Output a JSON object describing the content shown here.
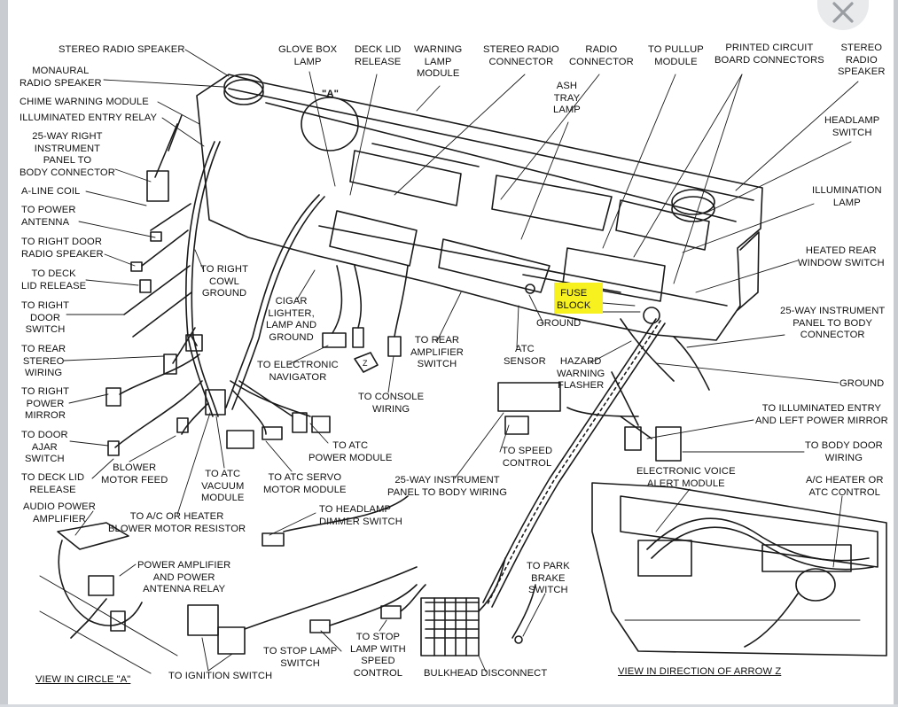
{
  "labels": {
    "stereo_speaker_left": "STEREO RADIO SPEAKER",
    "monaural_speaker": "MONAURAL\nRADIO SPEAKER",
    "chime_module": "CHIME WARNING MODULE",
    "illuminated_entry_relay": "ILLUMINATED ENTRY RELAY",
    "right_panel_connector": "25-WAY RIGHT\nINSTRUMENT\nPANEL TO\nBODY CONNECTOR",
    "a_line_coil": "A-LINE COIL",
    "power_antenna": "TO POWER\nANTENNA",
    "right_door_speaker": "TO RIGHT DOOR\nRADIO SPEAKER",
    "deck_lid_release_left": "TO DECK\nLID RELEASE",
    "right_door_switch": "TO RIGHT\nDOOR\nSWITCH",
    "rear_stereo_wiring": "TO REAR\nSTEREO\nWIRING",
    "right_power_mirror": "TO RIGHT\nPOWER\nMIRROR",
    "door_ajar_switch": "TO DOOR\nAJAR\nSWITCH",
    "deck_lid_release_bottom": "TO DECK LID\nRELEASE",
    "audio_power_amp": "AUDIO POWER\nAMPLIFIER",
    "power_amp_relay": "POWER AMPLIFIER\nAND POWER\nANTENNA RELAY",
    "view_circle_a": "VIEW IN CIRCLE \"A\"",
    "ignition_switch": "TO IGNITION SWITCH",
    "stop_lamp_switch": "TO STOP LAMP\nSWITCH",
    "stop_lamp_speed": "TO STOP\nLAMP WITH\nSPEED\nCONTROL",
    "bulkhead_disconnect": "BULKHEAD DISCONNECT",
    "park_brake_switch": "TO PARK\nBRAKE\nSWITCH",
    "view_arrow_z": "VIEW IN DIRECTION OF ARROW Z",
    "blower_motor_feed": "BLOWER\nMOTOR FEED",
    "blower_motor_resistor": "TO A/C OR HEATER\nBLOWER MOTOR RESISTOR",
    "atc_vacuum_module": "TO ATC\nVACUUM\nMODULE",
    "atc_servo_module": "TO ATC SERVO\nMOTOR MODULE",
    "atc_power_module": "TO ATC\nPOWER MODULE",
    "headlamp_dimmer": "TO HEADLAMP\nDIMMER SWITCH",
    "right_cowl_ground": "TO RIGHT\nCOWL\nGROUND",
    "cigar_lighter": "CIGAR\nLIGHTER,\nLAMP AND\nGROUND",
    "electronic_navigator": "TO ELECTRONIC\nNAVIGATOR",
    "console_wiring": "TO CONSOLE\nWIRING",
    "rear_amp_switch": "TO REAR\nAMPLIFIER\nSWITCH",
    "atc_sensor": "ATC\nSENSOR",
    "ground_center": "GROUND",
    "fuse_block": "FUSE\nBLOCK",
    "hazard_flasher": "HAZARD\nWARNING\nFLASHER",
    "speed_control": "TO SPEED\nCONTROL",
    "instrument_panel_body_wiring": "25-WAY INSTRUMENT\nPANEL TO BODY WIRING",
    "electronic_voice_alert": "ELECTRONIC VOICE\nALERT MODULE",
    "glove_box_lamp": "GLOVE BOX\nLAMP",
    "deck_lid_release_top": "DECK LID\nRELEASE",
    "warning_lamp_module": "WARNING\nLAMP\nMODULE",
    "stereo_radio_connector": "STEREO RADIO\nCONNECTOR",
    "radio_connector": "RADIO\nCONNECTOR",
    "pullup_module": "TO PULLUP\nMODULE",
    "pcb_connectors": "PRINTED CIRCUIT\nBOARD CONNECTORS",
    "stereo_speaker_right": "STEREO\nRADIO\nSPEAKER",
    "ash_tray_lamp": "ASH\nTRAY\nLAMP",
    "headlamp_switch": "HEADLAMP\nSWITCH",
    "illumination_lamp": "ILLUMINATION\nLAMP",
    "heated_rear_window": "HEATED REAR\nWINDOW SWITCH",
    "instrument_body_connector": "25-WAY INSTRUMENT\nPANEL TO BODY\nCONNECTOR",
    "ground_right": "GROUND",
    "illuminated_entry_mirror": "TO ILLUMINATED ENTRY\nAND LEFT POWER MIRROR",
    "body_door_wiring": "TO BODY DOOR\nWIRING",
    "ac_heater_control": "A/C HEATER OR\nATC CONTROL",
    "circle_a_callout": "\"A\"",
    "arrow_z": "Z"
  },
  "colors": {
    "highlight": "#f7f21f",
    "ink": "#111111",
    "frame": "#c9cdd2"
  },
  "ui": {
    "close_icon": "close-icon"
  }
}
